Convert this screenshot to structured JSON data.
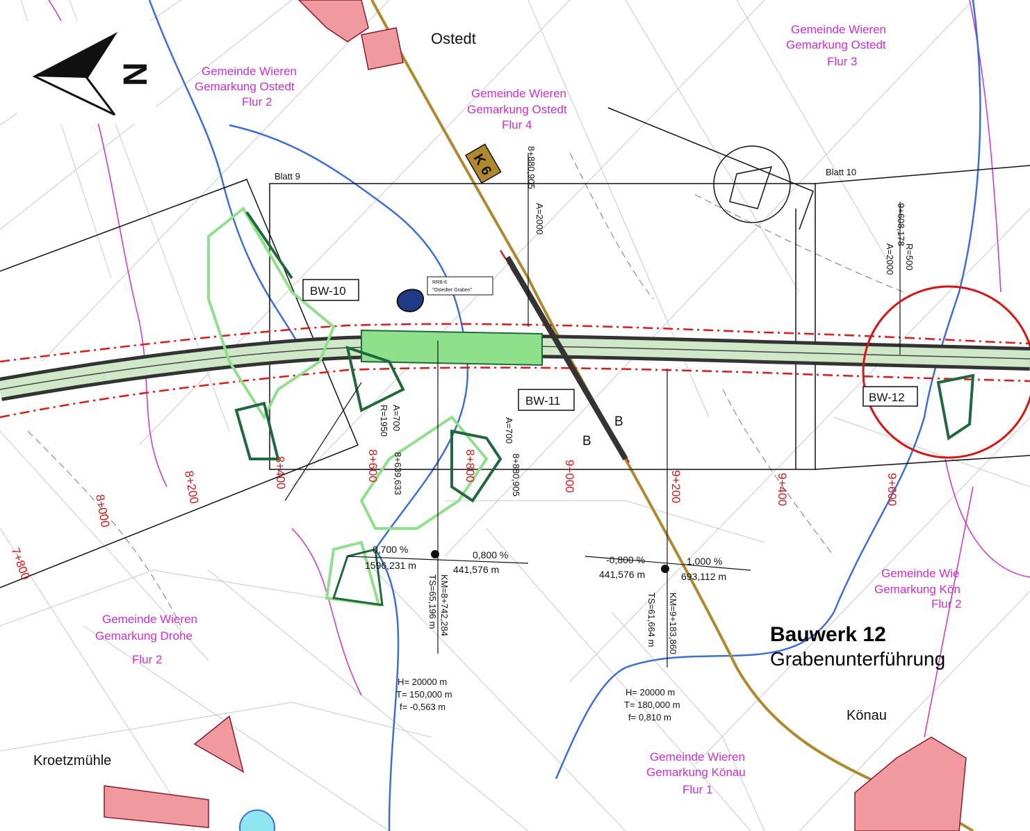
{
  "places": {
    "ostedt": "Ostedt",
    "konau": "Könau",
    "kroetzmuehle": "Kroetzmühle"
  },
  "parcel_labels": [
    {
      "line1": "Gemeinde Wieren",
      "line2": "Gemarkung Ostedt",
      "line3": "Flur 2"
    },
    {
      "line1": "Gemeinde Wieren",
      "line2": "Gemarkung Ostedt",
      "line3": "Flur 4"
    },
    {
      "line1": "Gemeinde Wieren",
      "line2": "Gemarkung Ostedt",
      "line3": "Flur 3"
    },
    {
      "line1": "Gemeinde Wieren",
      "line2": "Gemarkung Drohe",
      "line3": "Flur 2"
    },
    {
      "line1": "Gemeinde Wieren",
      "line2": "Gemarkung Könau",
      "line3": "Flur 1"
    },
    {
      "line1": "Gemeinde Wie",
      "line2": "Gemarkung Kön",
      "line3": "Flur 2"
    }
  ],
  "sheets": {
    "sheet9": "Blatt 9",
    "sheet10": "Blatt 10"
  },
  "structures": {
    "bw10": "BW-10",
    "bw11": "BW-11",
    "bw12": "BW-12"
  },
  "road_label": "K 6",
  "basin": {
    "line1": "RRB-6",
    "line2": "\"Ostedter Graben\""
  },
  "stations": [
    "7+800",
    "8+000",
    "8+200",
    "8+400",
    "8+600",
    "8+800",
    "9+000",
    "9+200",
    "9+400",
    "9+600"
  ],
  "section_marks": {
    "b1": "B",
    "b2": "B"
  },
  "alignment_labels": {
    "a1": "8+880,905",
    "a2": "A=2000",
    "a3": "9+608,178",
    "a4": "A=2000",
    "a5": "R=500",
    "a6": "A=700",
    "a7": "R=1950",
    "a8": "8+639,633",
    "a9": "A=700",
    "a10": "8+880,905"
  },
  "profile_1": {
    "left_grade": "0,700 %",
    "left_len": "1596,231 m",
    "right_grade": "0,800 %",
    "right_len": "441,576 m",
    "km": "KM=8+742,284",
    "ts": "TS=65,196 m",
    "h": "H=   20000 m",
    "t": "T=  150,000 m",
    "f": "f=   -0,563 m"
  },
  "profile_2": {
    "left_grade": "-0,800 %",
    "left_len": "441,576 m",
    "right_grade": "1,000 %",
    "right_len": "693,112 m",
    "km": "KM=9+183,860",
    "ts": "TS=61,664 m",
    "h": "H=   20000 m",
    "t": "T=  180,000 m",
    "f": "f=    0,810 m"
  },
  "north_label": "N",
  "caption": {
    "title": "Bauwerk 12",
    "subtitle": "Grabenunterführung"
  },
  "colors": {
    "parcel_boundary": "#d22fd2",
    "water": "#3a6ee0",
    "road": "#b08a2a",
    "station_text": "#e01818",
    "construction_limit": "#e01818",
    "green_dark": "#1e6a3a",
    "green_light": "#8ee08a",
    "settlement": "#f09aa0",
    "highlight_circle": "#e01010"
  }
}
